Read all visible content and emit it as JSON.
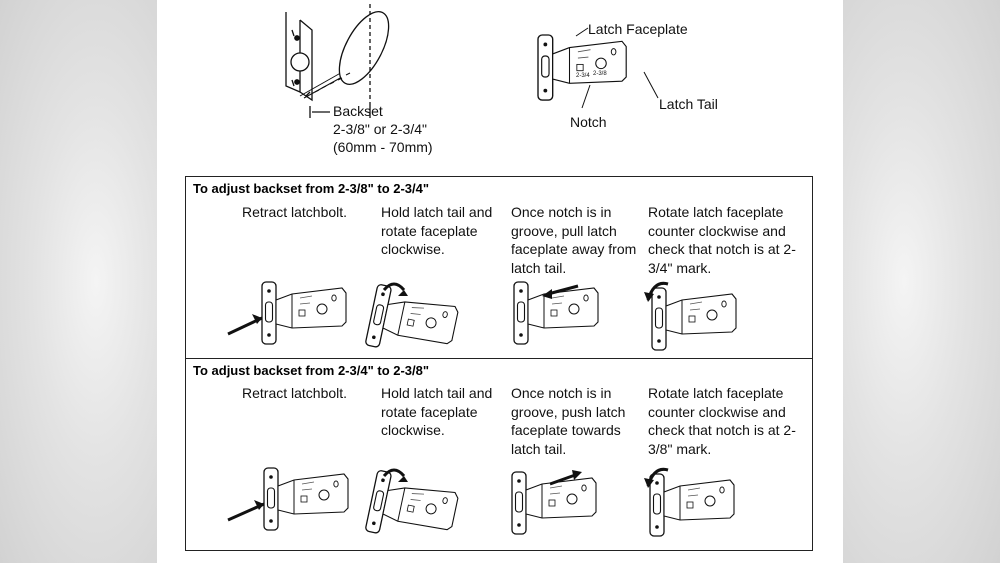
{
  "overview": {
    "backset_label": "Backset",
    "backset_sizes": "2-3/8\" or 2-3/4\"",
    "backset_metric": "(60mm - 70mm)",
    "latch_faceplate": "Latch Faceplate",
    "latch_tail": "Latch Tail",
    "notch": "Notch"
  },
  "sections": [
    {
      "title": "To adjust backset from 2-3/8\" to 2-3/4\"",
      "steps": [
        "Retract latchbolt.",
        "Hold latch tail and rotate faceplate clockwise.",
        "Once notch is in groove, pull latch faceplate away from latch tail.",
        "Rotate latch faceplate counter clockwise and check that notch is at 2-3/4\" mark."
      ]
    },
    {
      "title": "To adjust backset from 2-3/4\" to 2-3/8\"",
      "steps": [
        "Retract latchbolt.",
        "Hold latch tail and rotate faceplate clockwise.",
        "Once notch is in groove, push latch faceplate towards latch tail.",
        "Rotate latch faceplate counter clockwise and check that notch is at 2-3/8\" mark."
      ]
    }
  ],
  "latch_markings": [
    "2-3/4",
    "2-3/8"
  ]
}
